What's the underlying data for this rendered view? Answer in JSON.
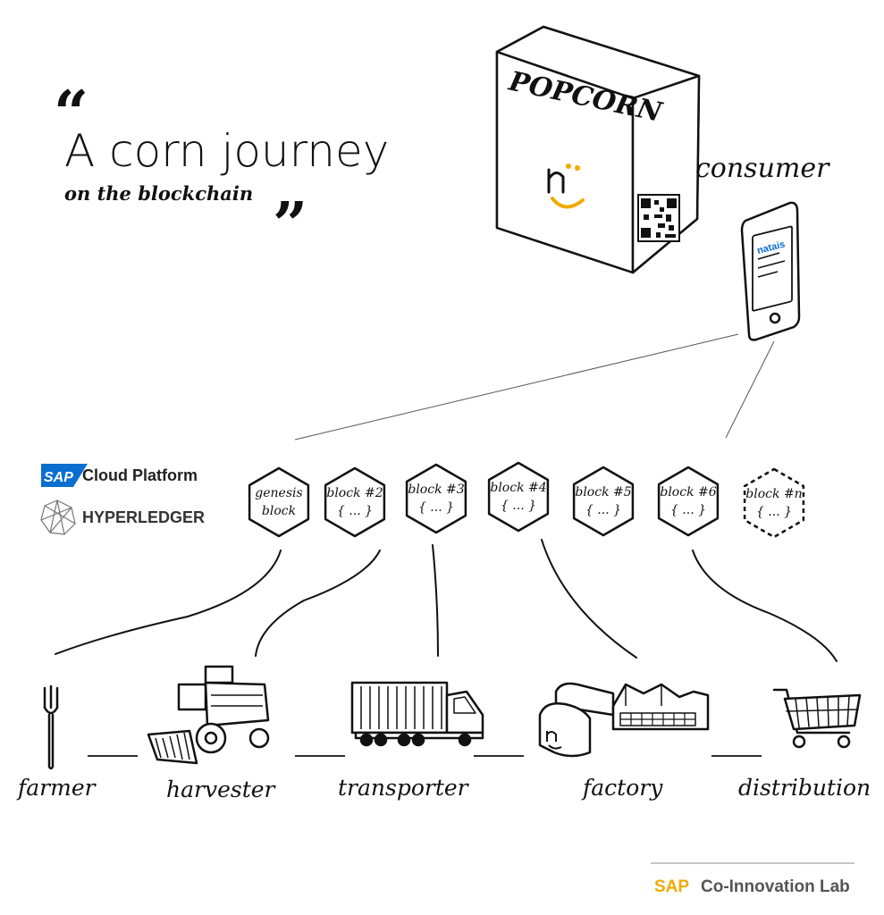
{
  "quote": {
    "title": "A corn journey",
    "subtitle": "on the blockchain"
  },
  "product": {
    "box_label": "POPCORN"
  },
  "consumer": {
    "label": "consumer",
    "app_brand": "natais"
  },
  "platforms": {
    "sap_logo": "SAP",
    "sap_cloud": "Cloud Platform",
    "hyperledger": "HYPERLEDGER"
  },
  "blocks": [
    {
      "line1": "genesis",
      "line2": "block",
      "dashed": false
    },
    {
      "line1": "block #2",
      "line2": "{ ... }",
      "dashed": false
    },
    {
      "line1": "block #3",
      "line2": "{ ... }",
      "dashed": false
    },
    {
      "line1": "block #4",
      "line2": "{ ... }",
      "dashed": false
    },
    {
      "line1": "block #5",
      "line2": "{ ... }",
      "dashed": false
    },
    {
      "line1": "block #6",
      "line2": "{ ... }",
      "dashed": false
    },
    {
      "line1": "block #n",
      "line2": "{ ... }",
      "dashed": true
    }
  ],
  "stages": [
    {
      "label": "farmer",
      "icon": "fork-icon"
    },
    {
      "label": "harvester",
      "icon": "combine-harvester-icon"
    },
    {
      "label": "transporter",
      "icon": "truck-icon"
    },
    {
      "label": "factory",
      "icon": "factory-icon"
    },
    {
      "label": "distribution",
      "icon": "shopping-cart-icon"
    }
  ],
  "footer": {
    "sap": "SAP",
    "lab": "Co-Innovation Lab"
  },
  "colors": {
    "ink": "#111111",
    "sap_blue": "#0a6ed1",
    "accent_orange": "#f0ab00"
  }
}
